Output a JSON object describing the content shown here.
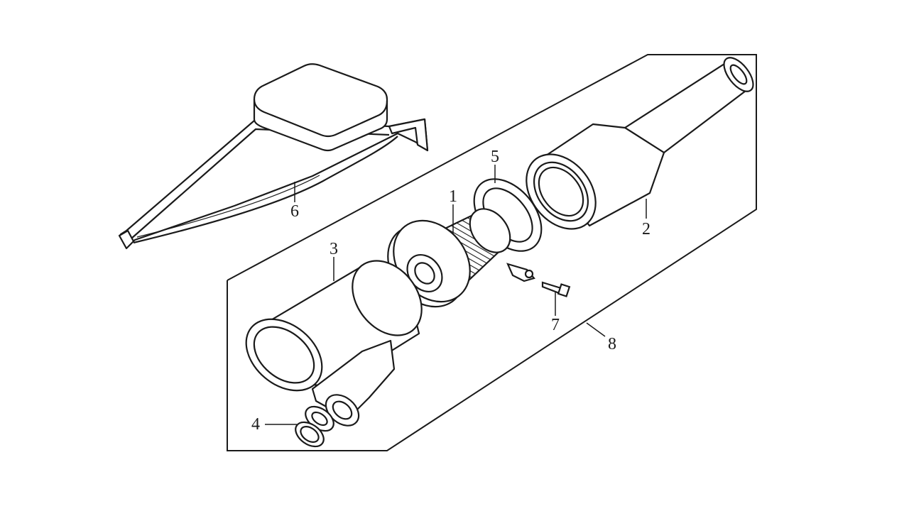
{
  "colors": {
    "ink": "#1a1a1a",
    "paper": "#ffffff",
    "shade": "#f2f2f2"
  },
  "callouts": {
    "part_1": "1",
    "part_2": "2",
    "part_3": "3",
    "part_4": "4",
    "part_5": "5",
    "part_6": "6",
    "part_7": "7",
    "part_8": "8"
  }
}
